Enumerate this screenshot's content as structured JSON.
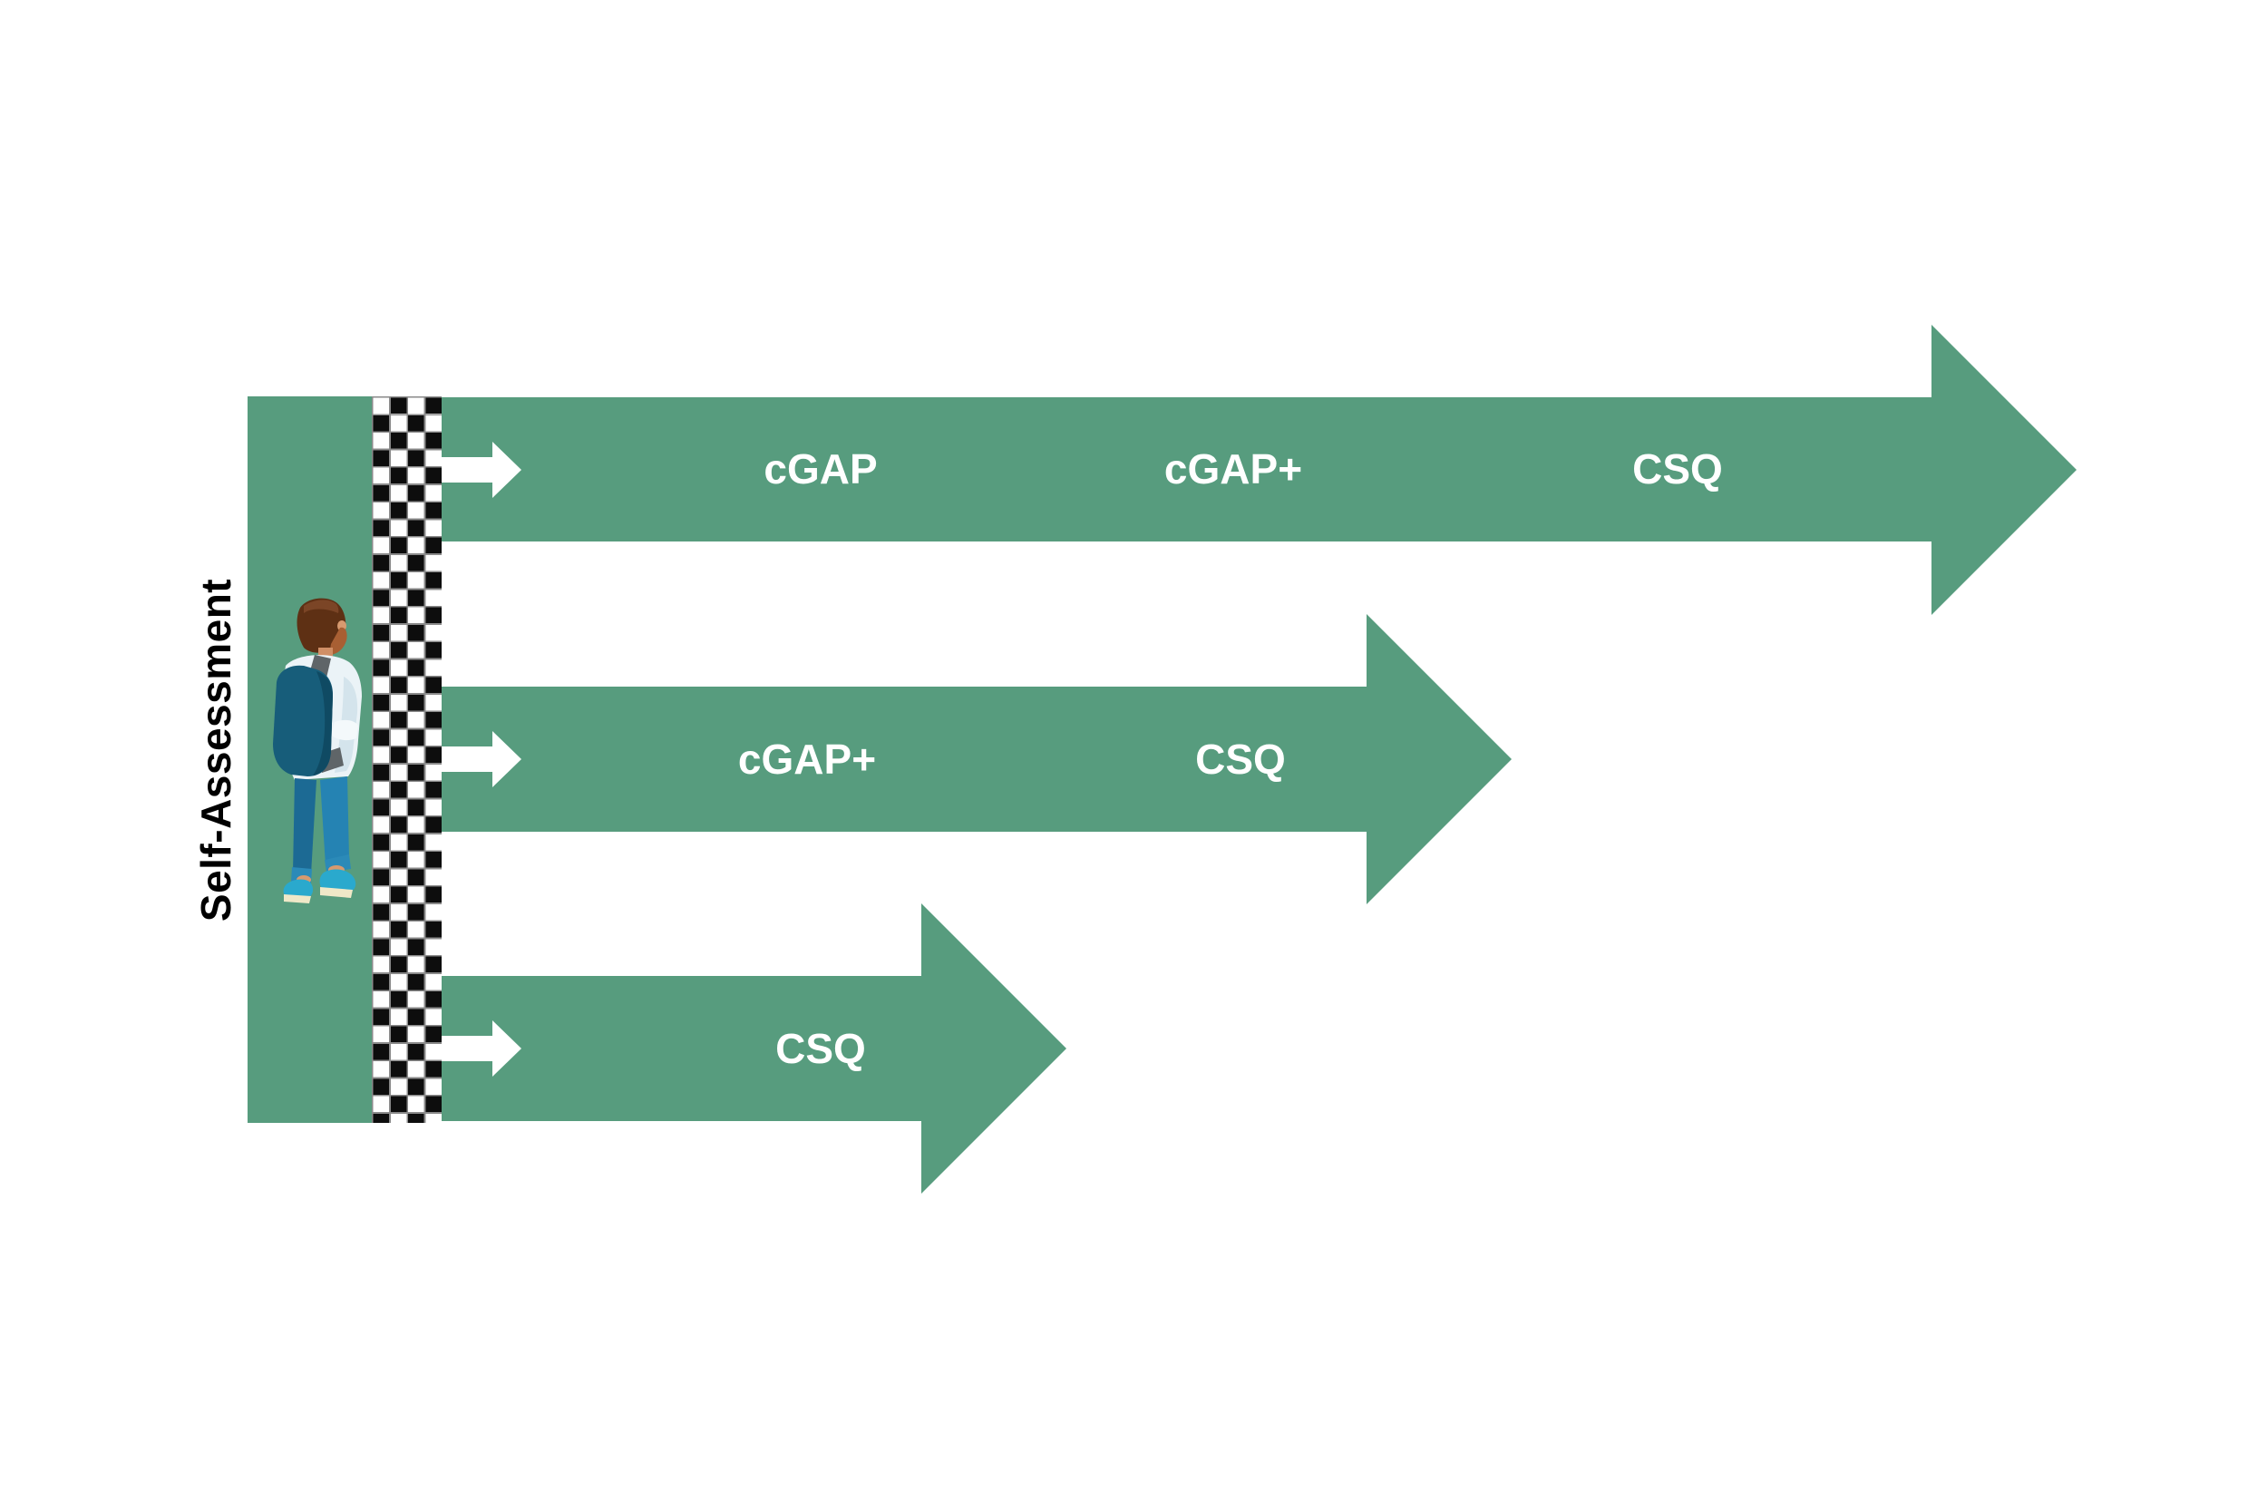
{
  "diagram": {
    "side_label": "Self-Assessment",
    "arrows": [
      {
        "id": "path-1",
        "labels": [
          "cGAP",
          "cGAP+",
          "CSQ"
        ]
      },
      {
        "id": "path-2",
        "labels": [
          "cGAP+",
          "CSQ"
        ]
      },
      {
        "id": "path-3",
        "labels": [
          "CSQ"
        ]
      }
    ]
  },
  "colors": {
    "arrow_green": "#579C7E",
    "arrow_label_text": "#FFFFFF",
    "side_label_text": "#000000",
    "checker_dark": "#0D0D0D",
    "checker_light": "#FFFFFF",
    "checker_grid": "#8A8A8A",
    "mini_arrow_white": "#FFFFFF"
  },
  "icons": {
    "person": "person-with-backpack-icon",
    "checker_strip": "checkered-flag-strip",
    "mini_arrow": "right-arrow-icon"
  }
}
